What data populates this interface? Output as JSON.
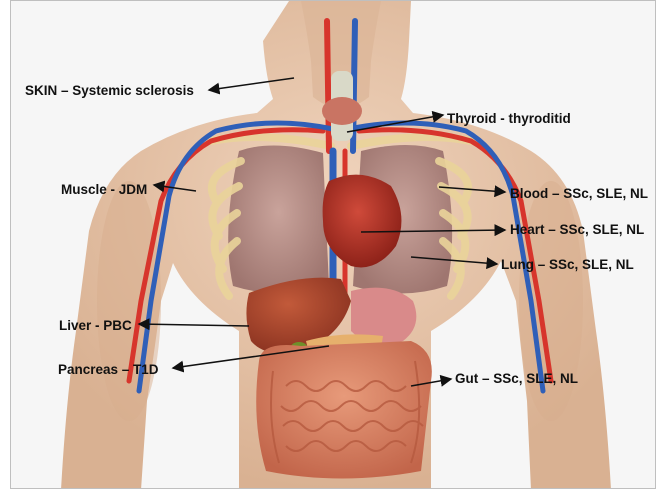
{
  "labels": {
    "skin": "SKIN – Systemic sclerosis",
    "thyroid": "Thyroid - thyroditid",
    "muscle": "Muscle - JDM",
    "blood": "Blood – SSc, SLE,  NL",
    "heart": "Heart – SSc, SLE,  NL",
    "lung": "Lung – SSc, SLE,  NL",
    "liver": "Liver - PBC",
    "pancreas": "Pancreas – T1D",
    "gut": "Gut – SSc, SLE,  NL"
  },
  "colors": {
    "skin": "#e8c7ad",
    "skin_shade": "#d3a98a",
    "lung": "#b99189",
    "rib": "#ead49a",
    "heart": "#b3322b",
    "liver": "#a8442c",
    "intestine": "#d57a5c",
    "artery": "#d7352c",
    "vein": "#2f5fb8",
    "arrow": "#111111"
  }
}
